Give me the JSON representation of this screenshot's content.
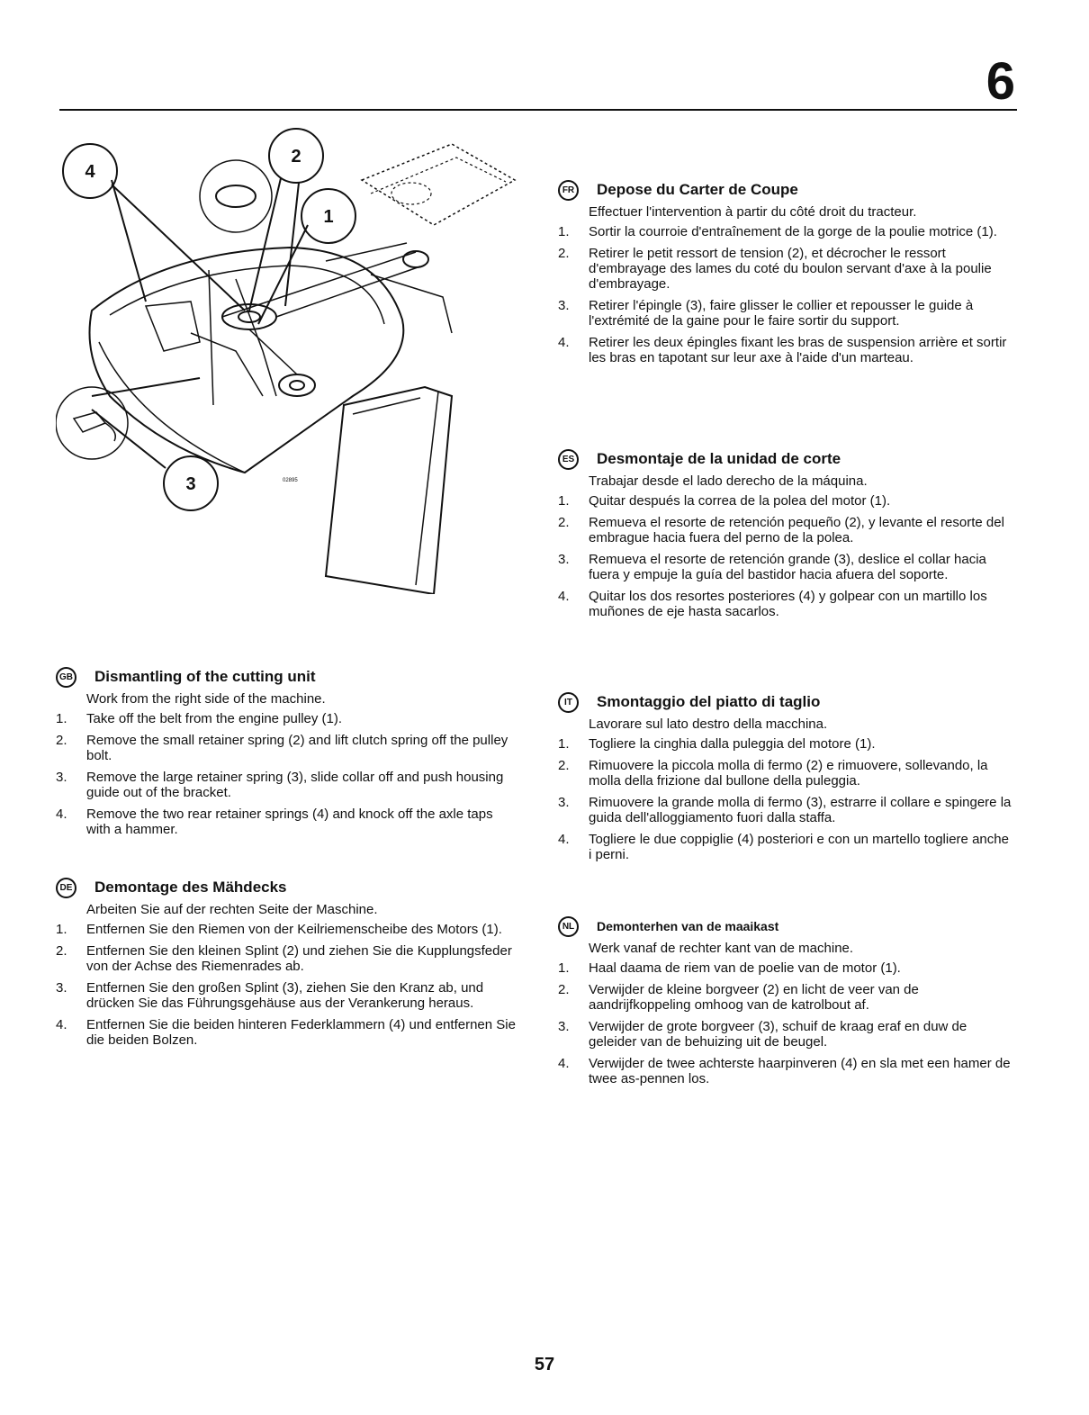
{
  "chapter_number": "6",
  "figure": {
    "callouts": [
      "4",
      "2",
      "1",
      "3"
    ],
    "figure_code": "02895"
  },
  "sections": {
    "gb": {
      "flag": "GB",
      "title": "Dismantling of the cutting unit",
      "intro": "Work from the right side of the machine.",
      "steps": [
        {
          "num": "1.",
          "text": "Take off the belt from the engine pulley (1)."
        },
        {
          "num": "2.",
          "text": "Remove the small retainer spring (2) and lift clutch spring off the pulley bolt."
        },
        {
          "num": "3.",
          "text": "Remove the large retainer spring (3), slide collar off and push housing guide out of the bracket."
        },
        {
          "num": "4.",
          "text": "Remove the two rear retainer springs (4) and knock off the axle taps with a hammer."
        }
      ]
    },
    "de": {
      "flag": "DE",
      "title": "Demontage des Mähdecks",
      "intro": "Arbeiten Sie auf der rechten Seite der Maschine.",
      "steps": [
        {
          "num": "1.",
          "text": "Entfernen Sie den Riemen von der Keilriemenscheibe des Motors (1)."
        },
        {
          "num": "2.",
          "text": "Entfernen Sie den kleinen Splint (2) und ziehen Sie die Kupplungsfeder von der Achse des Riemenrades ab."
        },
        {
          "num": "3.",
          "text": "Entfernen Sie den großen Splint (3), ziehen Sie den Kranz ab, und drücken Sie das Führungsgehäuse aus der Verankerung heraus."
        },
        {
          "num": "4.",
          "text": "Entfernen Sie die beiden hinteren Federklammern (4) und entfernen Sie die beiden Bolzen."
        }
      ]
    },
    "fr": {
      "flag": "FR",
      "title": "Depose du Carter de Coupe",
      "intro": "Effectuer l'intervention à partir du côté droit du tracteur.",
      "steps": [
        {
          "num": "1.",
          "text": "Sortir la courroie d'entraînement de la gorge de la poulie motrice (1)."
        },
        {
          "num": "2.",
          "text": "Retirer le petit ressort de tension (2), et décrocher le ressort d'embrayage des lames du coté du boulon servant d'axe à la poulie d'embrayage."
        },
        {
          "num": "3.",
          "text": "Retirer l'épingle (3), faire glisser le collier et repousser le guide à l'extrémité de la gaine pour le faire sortir du support."
        },
        {
          "num": "4.",
          "text": "Retirer les deux épingles fixant les bras de suspension arrière et sortir les bras en tapotant sur leur axe à l'aide d'un marteau."
        }
      ]
    },
    "es": {
      "flag": "ES",
      "title": "Desmontaje de la unidad de corte",
      "intro": "Trabajar desde el lado derecho de la máquina.",
      "steps": [
        {
          "num": "1.",
          "text": "Quitar después la correa de la polea del motor (1)."
        },
        {
          "num": "2.",
          "text": "Remueva el resorte de retención pequeño (2), y levante el resorte del embrague hacia fuera del perno de la polea."
        },
        {
          "num": "3.",
          "text": "Remueva el resorte de retención grande (3), deslice el collar hacia fuera y empuje la guía del bastidor hacia afuera del soporte."
        },
        {
          "num": "4.",
          "text": "Quitar los dos resortes posteriores (4) y golpear con un martillo los muñones de eje hasta sacarlos."
        }
      ]
    },
    "it": {
      "flag": "IT",
      "title": "Smontaggio del piatto di taglio",
      "intro": "Lavorare sul lato destro della macchina.",
      "steps": [
        {
          "num": "1.",
          "text": "Togliere la cinghia dalla puleggia del motore (1)."
        },
        {
          "num": "2.",
          "text": "Rimuovere la piccola molla di fermo (2) e rimuovere, sollevando, la molla della frizione dal bullone della puleggia."
        },
        {
          "num": "3.",
          "text": "Rimuovere la grande molla di fermo (3), estrarre il collare e spingere la guida dell'alloggiamento fuori dalla staffa."
        },
        {
          "num": "4.",
          "text": "Togliere le due coppiglie (4) posteriori e con un martello togliere anche i perni."
        }
      ]
    },
    "nl": {
      "flag": "NL",
      "title": "Demonterhen van de maaikast",
      "intro": "Werk vanaf de rechter kant van de machine.",
      "steps": [
        {
          "num": "1.",
          "text": "Haal daama de riem van de poelie van de motor (1)."
        },
        {
          "num": "2.",
          "text": "Verwijder de kleine borgveer (2) en licht de veer van de aandrijfkoppeling omhoog van de katrolbout af."
        },
        {
          "num": "3.",
          "text": "Verwijder de grote borgveer (3), schuif de kraag eraf en duw de geleider van de behuizing uit de beugel."
        },
        {
          "num": "4.",
          "text": "Verwijder de twee achterste haarpinveren (4) en sla met een hamer de twee as-pennen los."
        }
      ]
    }
  },
  "page_number": "57"
}
